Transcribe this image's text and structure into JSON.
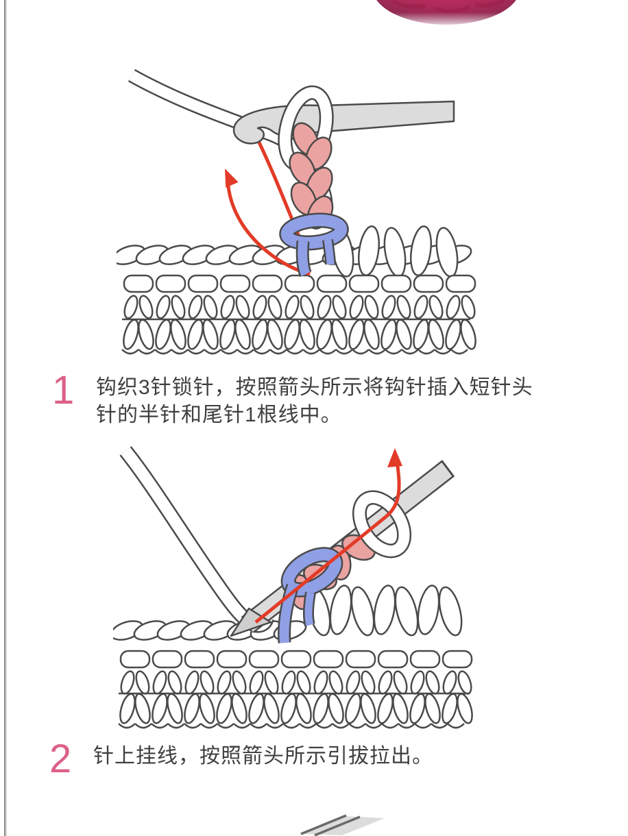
{
  "colors": {
    "accent_number_pink": "#dc6086",
    "body_text": "#3f3f3f",
    "stitch_pink": "#eba3a1",
    "stitch_blue": "#90a0e6",
    "arrow_red": "#e23b28",
    "hook_gray": "#dcdcdc",
    "line_outline": "#4a4a4a",
    "yarn_ball_pink": "#c9326a"
  },
  "photo": {
    "name": "pink-yarn-ball"
  },
  "steps": [
    {
      "number": "1",
      "text": "钩织3针锁针，按照箭头所示将钩针插入短针头针的半针和尾针1根线中。"
    },
    {
      "number": "2",
      "text": "针上挂线，按照箭头所示引拔拉出。"
    }
  ]
}
